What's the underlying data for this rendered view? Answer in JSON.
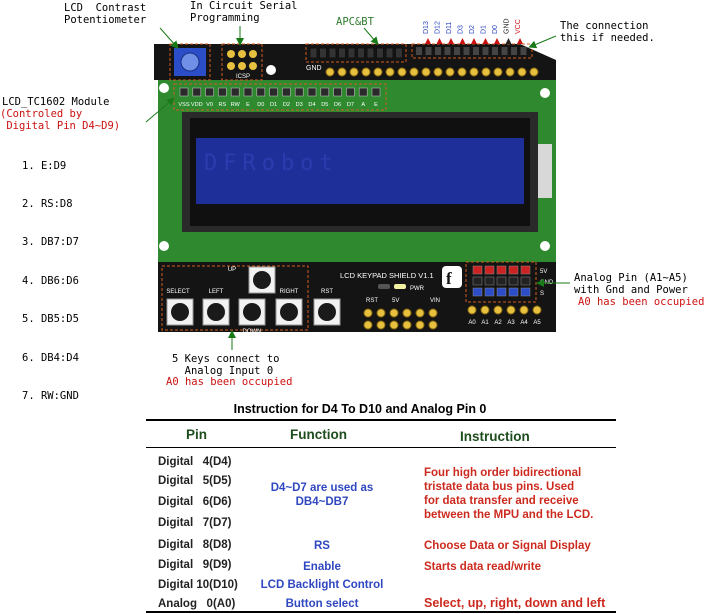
{
  "annotations": {
    "lcd_contrast": "LCD  Contrast\nPotentiometer",
    "icsp": "In Circuit Serial\nProgramming",
    "apc_bt": "APC&BT",
    "connection": "The connection\nthis if needed.",
    "lcd_module_title": "LCD_TC1602 Module",
    "lcd_module_controlled": "(Controled by\n Digital Pin D4~D9)",
    "lcd_pins": [
      "1. E:D9",
      "2. RS:D8",
      "3. DB7:D7",
      "4. DB6:D6",
      "5. DB5:D5",
      "6. DB4:D4",
      "7. RW:GND"
    ],
    "keys_connect": "5 Keys connect to\n  Analog Input 0",
    "keys_occupied": "A0 has been occupied",
    "analog_pin": "Analog Pin (A1~A5)\nwith Gnd and Power",
    "analog_occupied": "A0 has been occupied"
  },
  "board": {
    "icsp_label": "ICSP",
    "gnd_label": "GND",
    "top_pins": [
      "D13",
      "D12",
      "D11",
      "D3",
      "D2",
      "D1",
      "D0",
      "GND",
      "VCC"
    ],
    "lcd_header_pins": [
      "VSS",
      "VDD",
      "V0",
      "RS",
      "RW",
      "E",
      "D0",
      "D1",
      "D2",
      "D3",
      "D4",
      "D5",
      "D6",
      "D7",
      "A",
      "E"
    ],
    "shield_name": "LCD KEYPAD SHIELD V1.1",
    "buttons": [
      "SELECT",
      "LEFT",
      "UP",
      "DOWN",
      "RIGHT",
      "RST"
    ],
    "power_labels": [
      "RST",
      "5V",
      "VIN"
    ],
    "pwr_label": "PWR",
    "side_labels": [
      "5V",
      "GND",
      "S"
    ],
    "analog_labels": [
      "A0",
      "A1",
      "A2",
      "A3",
      "A4",
      "A5"
    ],
    "lcd_text": "DFRobot"
  },
  "table": {
    "title": "Instruction for D4 To D10 and Analog Pin 0",
    "headers": [
      "Pin",
      "Function",
      "Instruction"
    ],
    "pins": [
      "Digital   4(D4)",
      "Digital   5(D5)",
      "Digital   6(D6)",
      "Digital   7(D7)",
      "Digital   8(D8)",
      "Digital   9(D9)",
      "Digital 10(D10)",
      "Analog   0(A0)"
    ],
    "function_d4_d7": "D4~D7 are used as\nDB4~DB7",
    "function_rs": "RS",
    "function_enable": "Enable",
    "function_backlight": "LCD Backlight Control",
    "function_button": "Button select",
    "instruction_d4_d7": "Four high order bidirectional\ntristate data bus pins. Used\nfor data transfer and receive\nbetween the MPU and the LCD.",
    "instruction_rs": "Choose Data or Signal Display",
    "instruction_enable": "Starts data read/write",
    "instruction_button": "Select, up, right, down and left"
  },
  "colors": {
    "pcb_black": "#141414",
    "pcb_green": "#2f8a2f",
    "lcd_blue": "#1f2f9a",
    "annotation_red": "#cc1111",
    "function_blue": "#2f47c0",
    "instruction_red": "#cc2a1e",
    "header_green": "#1e4d1e"
  }
}
